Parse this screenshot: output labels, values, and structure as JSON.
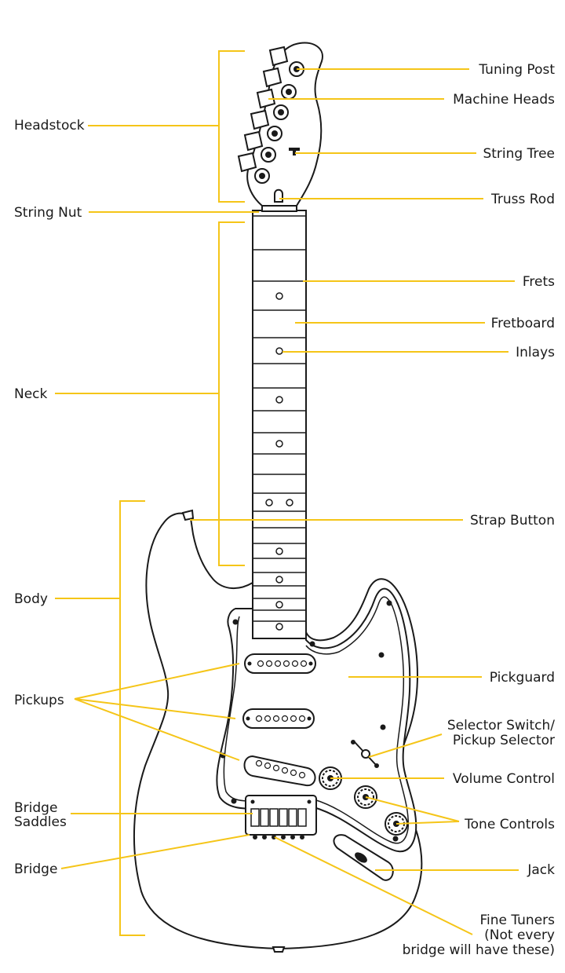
{
  "labels": {
    "headstock": "Headstock",
    "string_nut": "String Nut",
    "neck": "Neck",
    "body": "Body",
    "pickups": "Pickups",
    "bridge_saddles_1": "Bridge",
    "bridge_saddles_2": "Saddles",
    "bridge": "Bridge",
    "tuning_post": "Tuning Post",
    "machine_heads": "Machine Heads",
    "string_tree": "String Tree",
    "truss_rod": "Truss Rod",
    "frets": "Frets",
    "fretboard": "Fretboard",
    "inlays": "Inlays",
    "strap_button": "Strap Button",
    "pickguard": "Pickguard",
    "selector_1": "Selector Switch/",
    "selector_2": "Pickup Selector",
    "volume_control": "Volume Control",
    "tone_controls": "Tone Controls",
    "jack": "Jack",
    "fine_tuners_1": "Fine Tuners",
    "fine_tuners_2": "(Not every",
    "fine_tuners_3": "bridge will have these)"
  },
  "colors": {
    "leader": "#f5c518",
    "outline": "#1a1a1a",
    "text": "#1a1a1a"
  }
}
